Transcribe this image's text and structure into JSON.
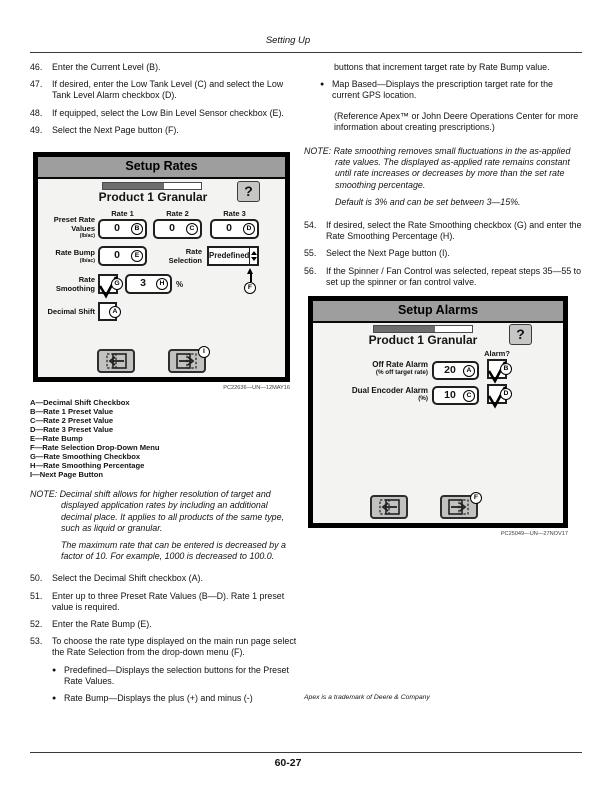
{
  "page": {
    "header_title": "Setting Up",
    "page_number": "60-27",
    "trademark_note": "Apex is a trademark of Deere & Company"
  },
  "left_column": {
    "steps_a": [
      {
        "num": "46.",
        "text": "Enter the Current Level (B)."
      },
      {
        "num": "47.",
        "text": "If desired, enter the Low Tank Level (C) and select the Low Tank Level Alarm checkbox (D)."
      },
      {
        "num": "48.",
        "text": "If equipped, select the Low Bin Level Sensor checkbox (E)."
      },
      {
        "num": "49.",
        "text": "Select the Next Page button (F)."
      }
    ],
    "figure_caption": "PC22636—UN—12MAY16",
    "legend": [
      "A—Decimal Shift Checkbox",
      "B—Rate 1 Preset Value",
      "C—Rate 2 Preset Value",
      "D—Rate 3 Preset Value",
      "E—Rate Bump",
      "F—Rate Selection Drop-Down Menu",
      "G—Rate Smoothing Checkbox",
      "H—Rate Smoothing Percentage",
      "I—Next Page Button"
    ],
    "note": {
      "label": "NOTE:",
      "p1": "Decimal shift allows for higher resolution of target and displayed application rates by including an additional decimal place. It applies to all products of the same type, such as liquid or granular.",
      "p2": "The maximum rate that can be entered is decreased by a factor of 10. For example, 1000 is decreased to 100.0."
    },
    "steps_b": [
      {
        "num": "50.",
        "text": "Select the Decimal Shift checkbox (A)."
      },
      {
        "num": "51.",
        "text": "Enter up to three Preset Rate Values (B—D). Rate 1 preset value is required."
      },
      {
        "num": "52.",
        "text": "Enter the Rate Bump (E)."
      },
      {
        "num": "53.",
        "text": "To choose the rate type displayed on the main run page select the Rate Selection from the drop-down menu (F)."
      }
    ],
    "bullets": [
      "Predefined—Displays the selection buttons for the Preset Rate Values.",
      "Rate Bump—Displays the plus (+) and minus (-)"
    ]
  },
  "right_column": {
    "continuation": "buttons that increment target rate by Rate Bump value.",
    "bullet": "Map Based—Displays the prescription target rate for the current GPS location.",
    "reference": "(Reference Apex™ or John Deere Operations Center for more information about creating prescriptions.)",
    "note": {
      "label": "NOTE:",
      "p1": "Rate smoothing removes small fluctuations in the as-applied rate values. The displayed as-applied rate remains constant until rate increases or decreases by more than the set rate smoothing percentage.",
      "p2": "Default is 3% and can be set between 3—15%."
    },
    "steps": [
      {
        "num": "54.",
        "text": "If desired, select the Rate Smoothing checkbox (G) and enter the Rate Smoothing Percentage (H)."
      },
      {
        "num": "55.",
        "text": "Select the Next Page button (I)."
      },
      {
        "num": "56.",
        "text": "If the Spinner / Fan Control was selected, repeat steps 35—55 to set up the spinner or fan control valve."
      }
    ],
    "figure_caption": "PC25049—UN—27NOV17"
  },
  "setup_rates": {
    "title": "Setup Rates",
    "product": "Product 1 Granular",
    "help": "?",
    "progress_percent": 62,
    "rate_headers": [
      "Rate 1",
      "Rate 2",
      "Rate 3"
    ],
    "preset_label_1": "Preset Rate",
    "preset_label_2": "Values",
    "preset_unit": "(lb/ac)",
    "preset_values": [
      {
        "value": "0",
        "callout": "B"
      },
      {
        "value": "0",
        "callout": "C"
      },
      {
        "value": "0",
        "callout": "D"
      }
    ],
    "rate_bump_label": "Rate Bump",
    "rate_bump_unit": "(lb/ac)",
    "rate_bump_value": "0",
    "rate_bump_callout": "E",
    "rate_selection_label_1": "Rate",
    "rate_selection_label_2": "Selection",
    "rate_selection_value": "Predefined",
    "rate_selection_callout": "F",
    "smoothing_label_1": "Rate",
    "smoothing_label_2": "Smoothing",
    "smoothing_checked": true,
    "smoothing_callout": "G",
    "smoothing_value": "3",
    "smoothing_value_callout": "H",
    "smoothing_unit": "%",
    "decimal_shift_label": "Decimal Shift",
    "decimal_shift_checked": false,
    "decimal_shift_callout": "A",
    "next_callout": "I"
  },
  "setup_alarms": {
    "title": "Setup Alarms",
    "product": "Product 1 Granular",
    "help": "?",
    "progress_percent": 62,
    "alarm_header": "Alarm?",
    "rows": [
      {
        "label": "Off Rate Alarm",
        "unit": "(% off target rate)",
        "value": "20",
        "value_callout": "A",
        "checked": true,
        "checkbox_callout": "B"
      },
      {
        "label": "Dual Encoder Alarm",
        "unit": "(%)",
        "value": "10",
        "value_callout": "C",
        "checked": true,
        "checkbox_callout": "D"
      }
    ],
    "next_callout": "F"
  }
}
